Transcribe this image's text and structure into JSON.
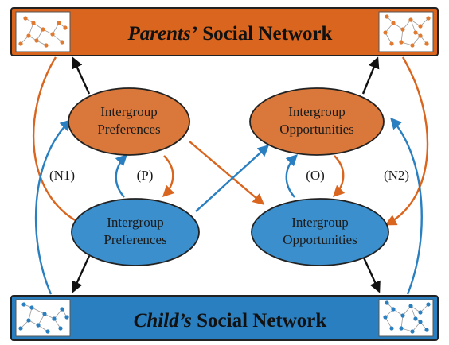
{
  "colors": {
    "parent_fill": "#d9651e",
    "parent_node": "#d9783a",
    "child_fill": "#2a7fc0",
    "child_node": "#3b8fcc",
    "orange_arrow": "#d9651e",
    "blue_arrow": "#2a7fc0",
    "black_arrow": "#111111",
    "thumb_orange_node": "#e07a30",
    "thumb_blue_node": "#2a7fc0"
  },
  "banners": {
    "parents": {
      "italic_part": "Parents’",
      "plain_part": " Social Network"
    },
    "child": {
      "italic_part": "Child’s",
      "plain_part": " Social Network"
    }
  },
  "nodes": {
    "parent_preferences": {
      "line1": "Intergroup",
      "line2": "Preferences"
    },
    "parent_opportunities": {
      "line1": "Intergroup",
      "line2": "Opportunities"
    },
    "child_preferences": {
      "line1": "Intergroup",
      "line2": "Preferences"
    },
    "child_opportunities": {
      "line1": "Intergroup",
      "line2": "Opportunities"
    }
  },
  "edge_labels": {
    "n1": "(N1)",
    "p": "(P)",
    "o": "(O)",
    "n2": "(N2)"
  },
  "icons": {
    "network_thumbnail": "network-graph-icon"
  }
}
